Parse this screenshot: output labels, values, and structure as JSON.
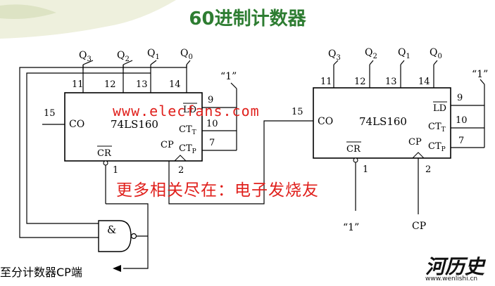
{
  "title": "60进制计数器",
  "watermark": {
    "url": "www.elecfans.com",
    "slogan": "更多相关尽在：电子发烧友"
  },
  "logo": {
    "text": "河历史",
    "url": "www.wenlishi.cn"
  },
  "output_label": "至分计数器CP端",
  "chip": {
    "name": "74LS160",
    "q3": "Q3",
    "q2": "Q2",
    "q1": "Q1",
    "q0": "Q0",
    "co": "CO",
    "cr": "CR",
    "cp": "CP",
    "ld": "LD",
    "ctt": "CTT",
    "ctp": "CTP",
    "pins": [
      "11",
      "12",
      "13",
      "14",
      "9",
      "10",
      "7",
      "15",
      "1",
      "2"
    ]
  },
  "gate": "&",
  "const_one": "“1”",
  "clock": "CP",
  "colors": {
    "title": "#2e7d32",
    "watermark": "#e0201c"
  }
}
